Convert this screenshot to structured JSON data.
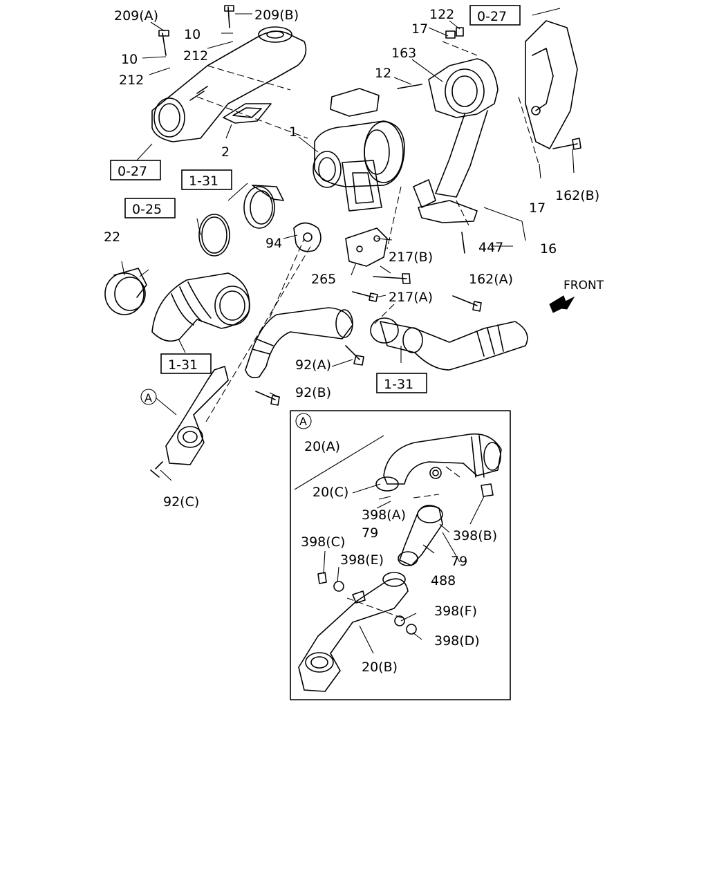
{
  "orientation": {
    "label": "FRONT",
    "arrow_icon": "front-arrow-icon"
  },
  "detail_marker": "A",
  "ref_boxes": [
    {
      "id": "ref-0-27-top",
      "label": "0-27"
    },
    {
      "id": "ref-0-27-left",
      "label": "0-27"
    },
    {
      "id": "ref-1-31-clamp",
      "label": "1-31"
    },
    {
      "id": "ref-0-25",
      "label": "0-25"
    },
    {
      "id": "ref-1-31-hose",
      "label": "1-31"
    },
    {
      "id": "ref-1-31-right",
      "label": "1-31"
    }
  ],
  "callouts": [
    {
      "id": "209a",
      "label": "209(A)"
    },
    {
      "id": "209b",
      "label": "209(B)"
    },
    {
      "id": "10a",
      "label": "10"
    },
    {
      "id": "10b",
      "label": "10"
    },
    {
      "id": "212a",
      "label": "212"
    },
    {
      "id": "212b",
      "label": "212"
    },
    {
      "id": "2",
      "label": "2"
    },
    {
      "id": "1",
      "label": "1"
    },
    {
      "id": "122",
      "label": "122"
    },
    {
      "id": "17a",
      "label": "17"
    },
    {
      "id": "163",
      "label": "163"
    },
    {
      "id": "12",
      "label": "12"
    },
    {
      "id": "17b",
      "label": "17"
    },
    {
      "id": "162b",
      "label": "162(B)"
    },
    {
      "id": "16",
      "label": "16"
    },
    {
      "id": "447",
      "label": "447"
    },
    {
      "id": "217b",
      "label": "217(B)"
    },
    {
      "id": "217a",
      "label": "217(A)"
    },
    {
      "id": "162a",
      "label": "162(A)"
    },
    {
      "id": "265",
      "label": "265"
    },
    {
      "id": "94",
      "label": "94"
    },
    {
      "id": "22",
      "label": "22"
    },
    {
      "id": "92a",
      "label": "92(A)"
    },
    {
      "id": "92b",
      "label": "92(B)"
    },
    {
      "id": "92c",
      "label": "92(C)"
    }
  ],
  "detail": {
    "marker": "A",
    "callouts": [
      {
        "id": "20a",
        "label": "20(A)"
      },
      {
        "id": "20c",
        "label": "20(C)"
      },
      {
        "id": "398a",
        "label": "398(A)"
      },
      {
        "id": "398b",
        "label": "398(B)"
      },
      {
        "id": "79a",
        "label": "79"
      },
      {
        "id": "79b",
        "label": "79"
      },
      {
        "id": "398c",
        "label": "398(C)"
      },
      {
        "id": "398e",
        "label": "398(E)"
      },
      {
        "id": "488",
        "label": "488"
      },
      {
        "id": "398f",
        "label": "398(F)"
      },
      {
        "id": "398d",
        "label": "398(D)"
      },
      {
        "id": "20b",
        "label": "20(B)"
      }
    ]
  }
}
